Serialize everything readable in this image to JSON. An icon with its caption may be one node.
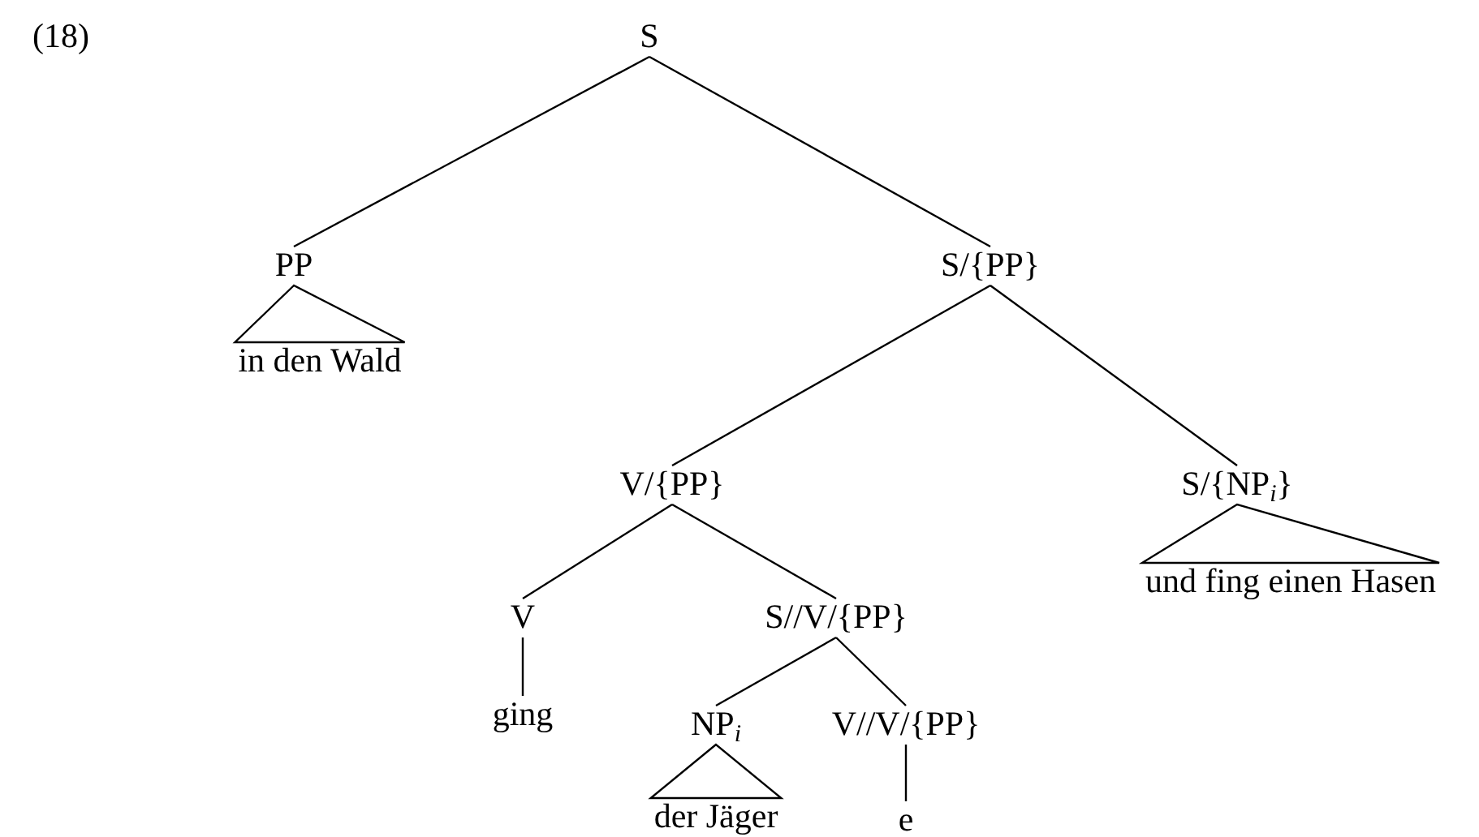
{
  "diagram": {
    "nodes": [
      {
        "text": [
          "S"
        ]
      },
      {
        "text": [
          "PP"
        ]
      },
      {
        "text": [
          "in den Wald"
        ]
      },
      {
        "text": [
          "S/{PP}"
        ]
      },
      {
        "text": [
          "V/{PP}"
        ]
      },
      {
        "text": [
          "S/{NP$_{i}$}"
        ]
      },
      {
        "text": [
          "und fing einen Hasen"
        ]
      },
      {
        "text": [
          "V"
        ]
      },
      {
        "text": [
          "S//V/{PP}"
        ]
      },
      {
        "text": [
          "ging"
        ]
      },
      {
        "text": [
          "NP$_{i}$"
        ]
      },
      {
        "text": [
          "V//V/{PP}"
        ]
      },
      {
        "text": [
          "der Jäger"
        ]
      },
      {
        "text": [
          "e"
        ]
      }
    ],
    "edges": [
      {
        "from": 0,
        "to": 1,
        "arrow": "none"
      },
      {
        "from": 0,
        "to": 3,
        "arrow": "none"
      },
      {
        "from": 1,
        "to": 2,
        "arrow": "none"
      },
      {
        "from": 3,
        "to": 4,
        "arrow": "none"
      },
      {
        "from": 3,
        "to": 5,
        "arrow": "none"
      },
      {
        "from": 5,
        "to": 6,
        "arrow": "none"
      },
      {
        "from": 4,
        "to": 7,
        "arrow": "none"
      },
      {
        "from": 4,
        "to": 8,
        "arrow": "none"
      },
      {
        "from": 7,
        "to": 9,
        "arrow": "none"
      },
      {
        "from": 8,
        "to": 10,
        "arrow": "none"
      },
      {
        "from": 8,
        "to": 11,
        "arrow": "none"
      },
      {
        "from": 10,
        "to": 12,
        "arrow": "none"
      },
      {
        "from": 11,
        "to": 13,
        "arrow": "none"
      }
    ],
    "labels": [
      "(18)"
    ]
  }
}
